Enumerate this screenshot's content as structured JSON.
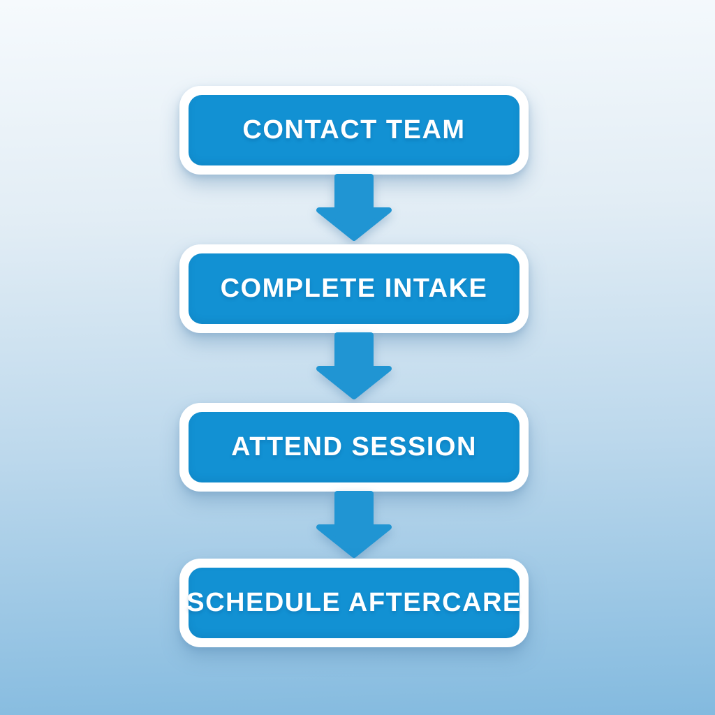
{
  "diagram": {
    "type": "flowchart",
    "direction": "top-down",
    "connector": "block-down-arrow",
    "steps": [
      {
        "label": "CONTACT TEAM"
      },
      {
        "label": "COMPLETE INTAKE"
      },
      {
        "label": "ATTEND SESSION"
      },
      {
        "label": "SCHEDULE AFTERCARE"
      }
    ]
  },
  "colors": {
    "box_fill": "#1291d3",
    "box_border": "#ffffff",
    "arrow_fill": "#2095d3",
    "label_text": "#ffffff",
    "background_top": "#f6fafd",
    "background_bottom": "#83badf"
  }
}
